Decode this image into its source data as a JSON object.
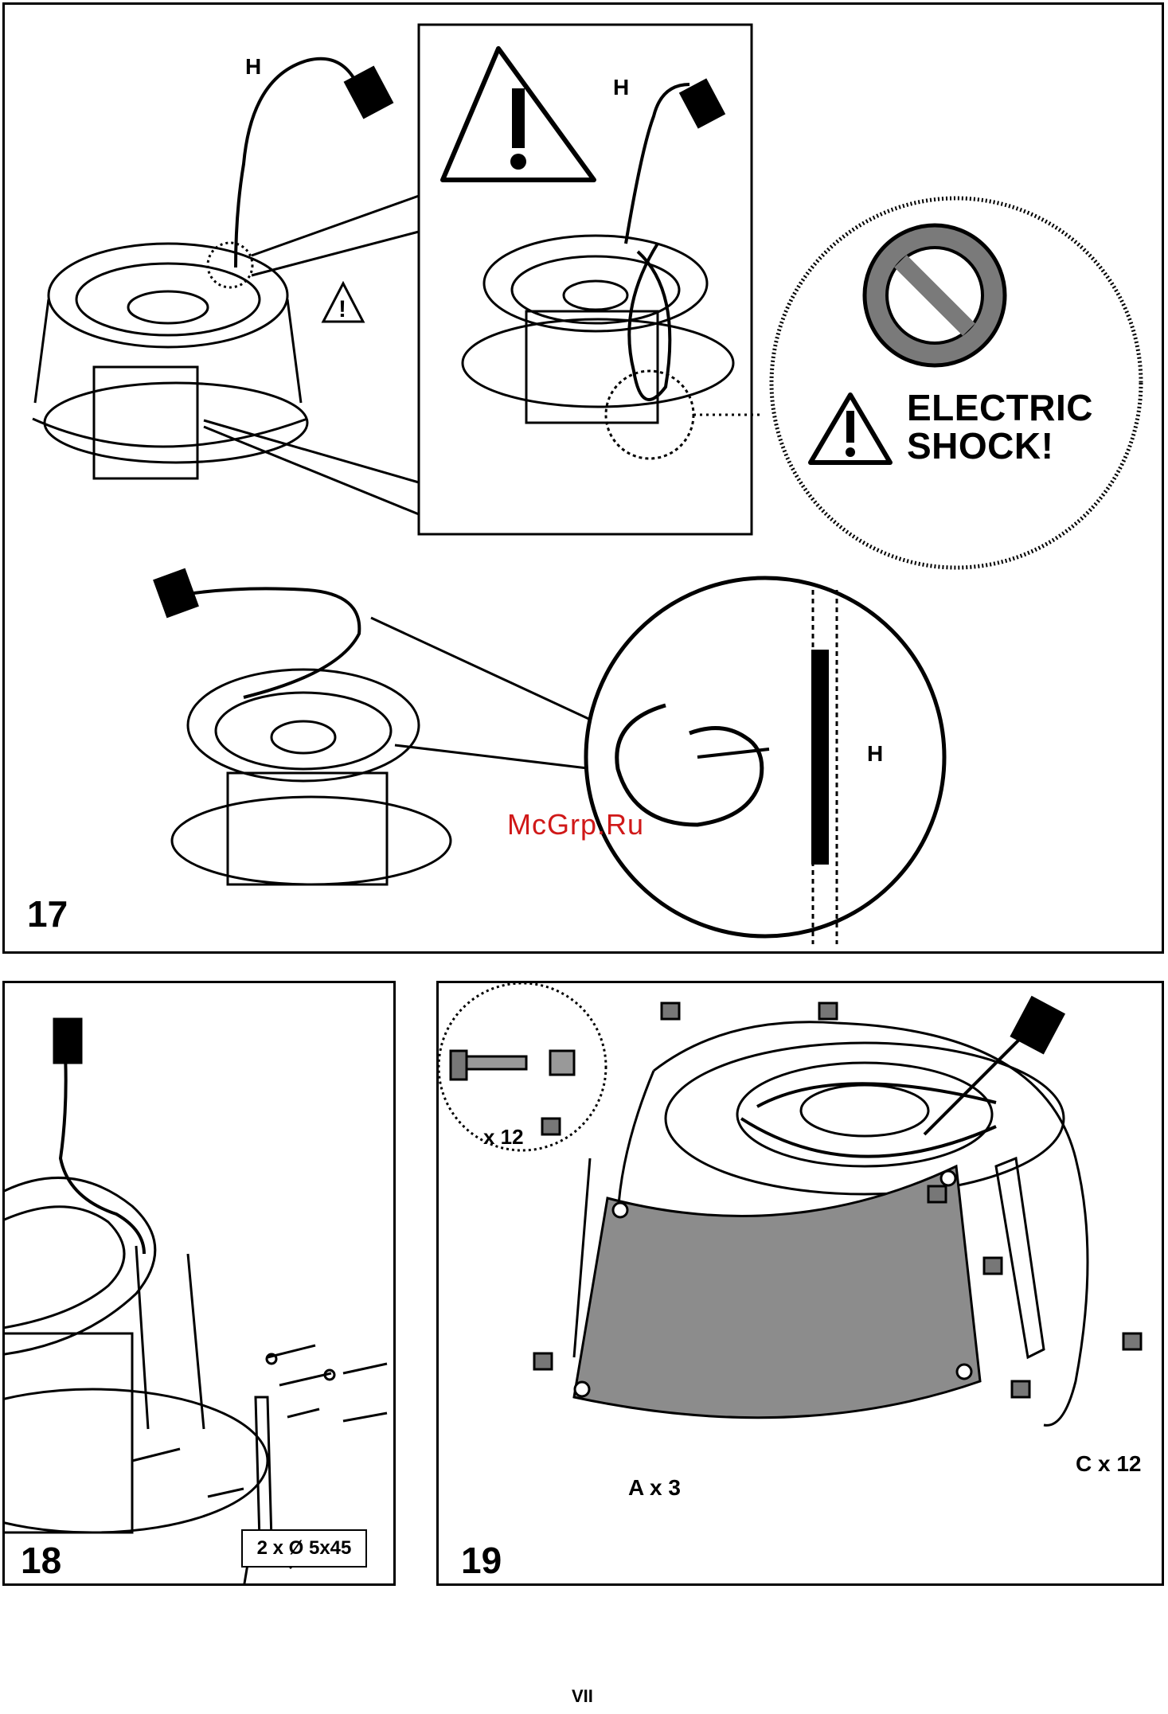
{
  "steps": {
    "step17": "17",
    "step18": "18",
    "step19": "19"
  },
  "labels": {
    "cable_h_1": "H",
    "cable_h_2": "H",
    "cable_h_3": "H",
    "shock_line1": "ELECTRIC",
    "shock_line2": "SHOCK!",
    "screws": "2 x Ø 5x45",
    "bolt_count": "x 12",
    "panel_count": "A x 3",
    "cap_count": "C x 12"
  },
  "watermark": "McGrp.Ru",
  "page_number": "VII",
  "colors": {
    "border": "#000000",
    "panel_fill": "#8c8c8c",
    "prohibition_fill": "#7a7a7a",
    "watermark": "#d01818"
  },
  "icons": [
    "warning-triangle-icon",
    "prohibition-icon",
    "hood-unit-illustration",
    "plug-icon",
    "bolt-icon"
  ]
}
